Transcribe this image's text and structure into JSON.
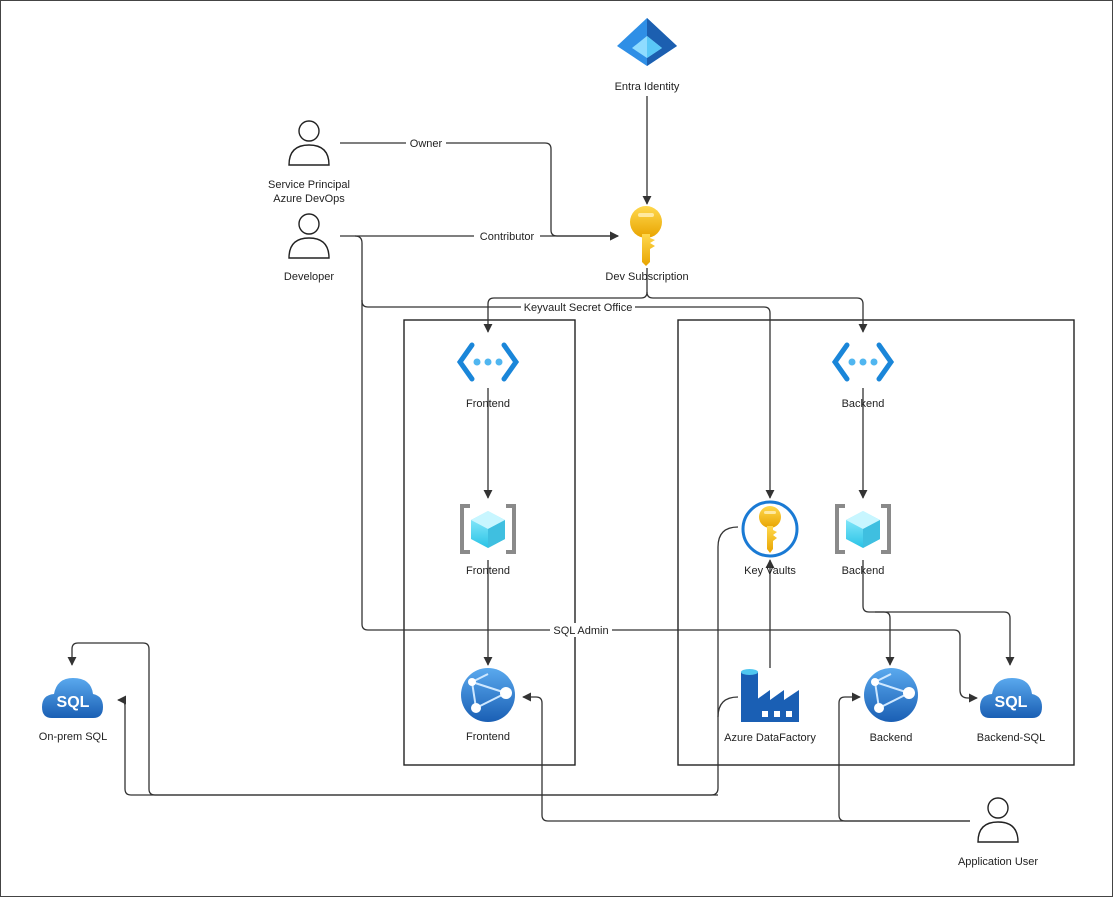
{
  "nodes": {
    "entra": {
      "label": "Entra Identity",
      "icon": "entra-id-icon"
    },
    "service_principal": {
      "label_line1": "Service Principal",
      "label_line2": "Azure DevOps",
      "icon": "user-icon"
    },
    "developer": {
      "label": "Developer",
      "icon": "user-icon"
    },
    "dev_subscription": {
      "label": "Dev Subscription",
      "icon": "key-icon"
    },
    "frontend_vnet": {
      "label": "Frontend",
      "icon": "vnet-icon"
    },
    "frontend_container": {
      "label": "Frontend",
      "icon": "container-icon"
    },
    "frontend_app": {
      "label": "Frontend",
      "icon": "app-service-icon"
    },
    "backend_vnet": {
      "label": "Backend",
      "icon": "vnet-icon"
    },
    "backend_container": {
      "label": "Backend",
      "icon": "container-icon"
    },
    "backend_app": {
      "label": "Backend",
      "icon": "app-service-icon"
    },
    "key_vaults": {
      "label": "Key Vaults",
      "icon": "key-vault-icon"
    },
    "data_factory": {
      "label": "Azure DataFactory",
      "icon": "data-factory-icon"
    },
    "backend_sql": {
      "label": "Backend-SQL",
      "icon": "sql-icon",
      "badge": "SQL"
    },
    "onprem_sql": {
      "label": "On-prem SQL",
      "icon": "sql-icon",
      "badge": "SQL"
    },
    "app_user": {
      "label": "Application User",
      "icon": "user-icon"
    }
  },
  "edges": {
    "owner": "Owner",
    "contributor": "Contributor",
    "keyvault_secret": "Keyvault Secret Office",
    "sql_admin": "SQL Admin"
  },
  "colors": {
    "azure_blue": "#1a73c8",
    "azure_light": "#50e6ff",
    "key_gold": "#f2b705",
    "line": "#333333"
  }
}
